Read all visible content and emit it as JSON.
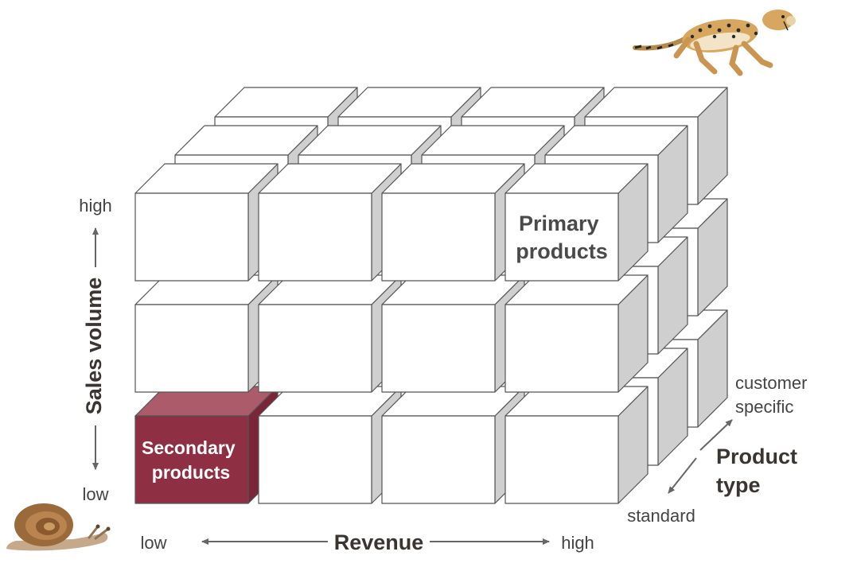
{
  "cube_labels": {
    "primary": [
      "Primary",
      "products"
    ],
    "secondary": [
      "Secondary",
      "products"
    ]
  },
  "axes": {
    "sales_volume": {
      "title": "Sales volume",
      "high": "high",
      "low": "low"
    },
    "revenue": {
      "title": "Revenue",
      "low": "low",
      "high": "high"
    },
    "product_type": {
      "title": [
        "Product",
        "type"
      ],
      "far": [
        "customer",
        "specific"
      ],
      "near": "standard"
    }
  },
  "colors": {
    "cube_front": "#ffffff",
    "cube_side": "#cfcfcf",
    "cube_top": "#ffffff",
    "edge": "#555555",
    "secondary_front": "#8f2f44",
    "secondary_side": "#7a2638",
    "secondary_top": "#ac5b6b",
    "primary_text": "#4a4a4a",
    "secondary_text": "#ffffff",
    "arrow": "#666666"
  },
  "icons": {
    "fast": "cheetah-icon",
    "slow": "snail-icon"
  }
}
